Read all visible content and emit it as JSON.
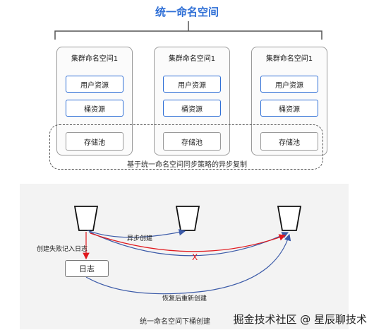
{
  "title": "统一命名空间",
  "clusters": [
    {
      "label": "集群命名空间1",
      "user_resource": "用户资源",
      "bucket_resource": "桶资源",
      "storage_pool": "存储池"
    },
    {
      "label": "集群命名空间1",
      "user_resource": "用户资源",
      "bucket_resource": "桶资源",
      "storage_pool": "存储池"
    },
    {
      "label": "集群命名空间1",
      "user_resource": "用户资源",
      "bucket_resource": "桶资源",
      "storage_pool": "存储池"
    }
  ],
  "policy_label": "基于统一命名空间同步策略的异步复制",
  "lower_diagram": {
    "async_create": "异步创建",
    "fail_log_label": "创建失败记入日志",
    "cross_mark": "X",
    "log_box": "日志",
    "recover_label": "恢复后重新创建",
    "caption": "统一命名空间下桶创建"
  },
  "watermark": "掘金技术社区 @ 星辰聊技术",
  "colors": {
    "accent": "#2f6fd6",
    "error": "#e0191e",
    "link": "#3b5aa8"
  }
}
